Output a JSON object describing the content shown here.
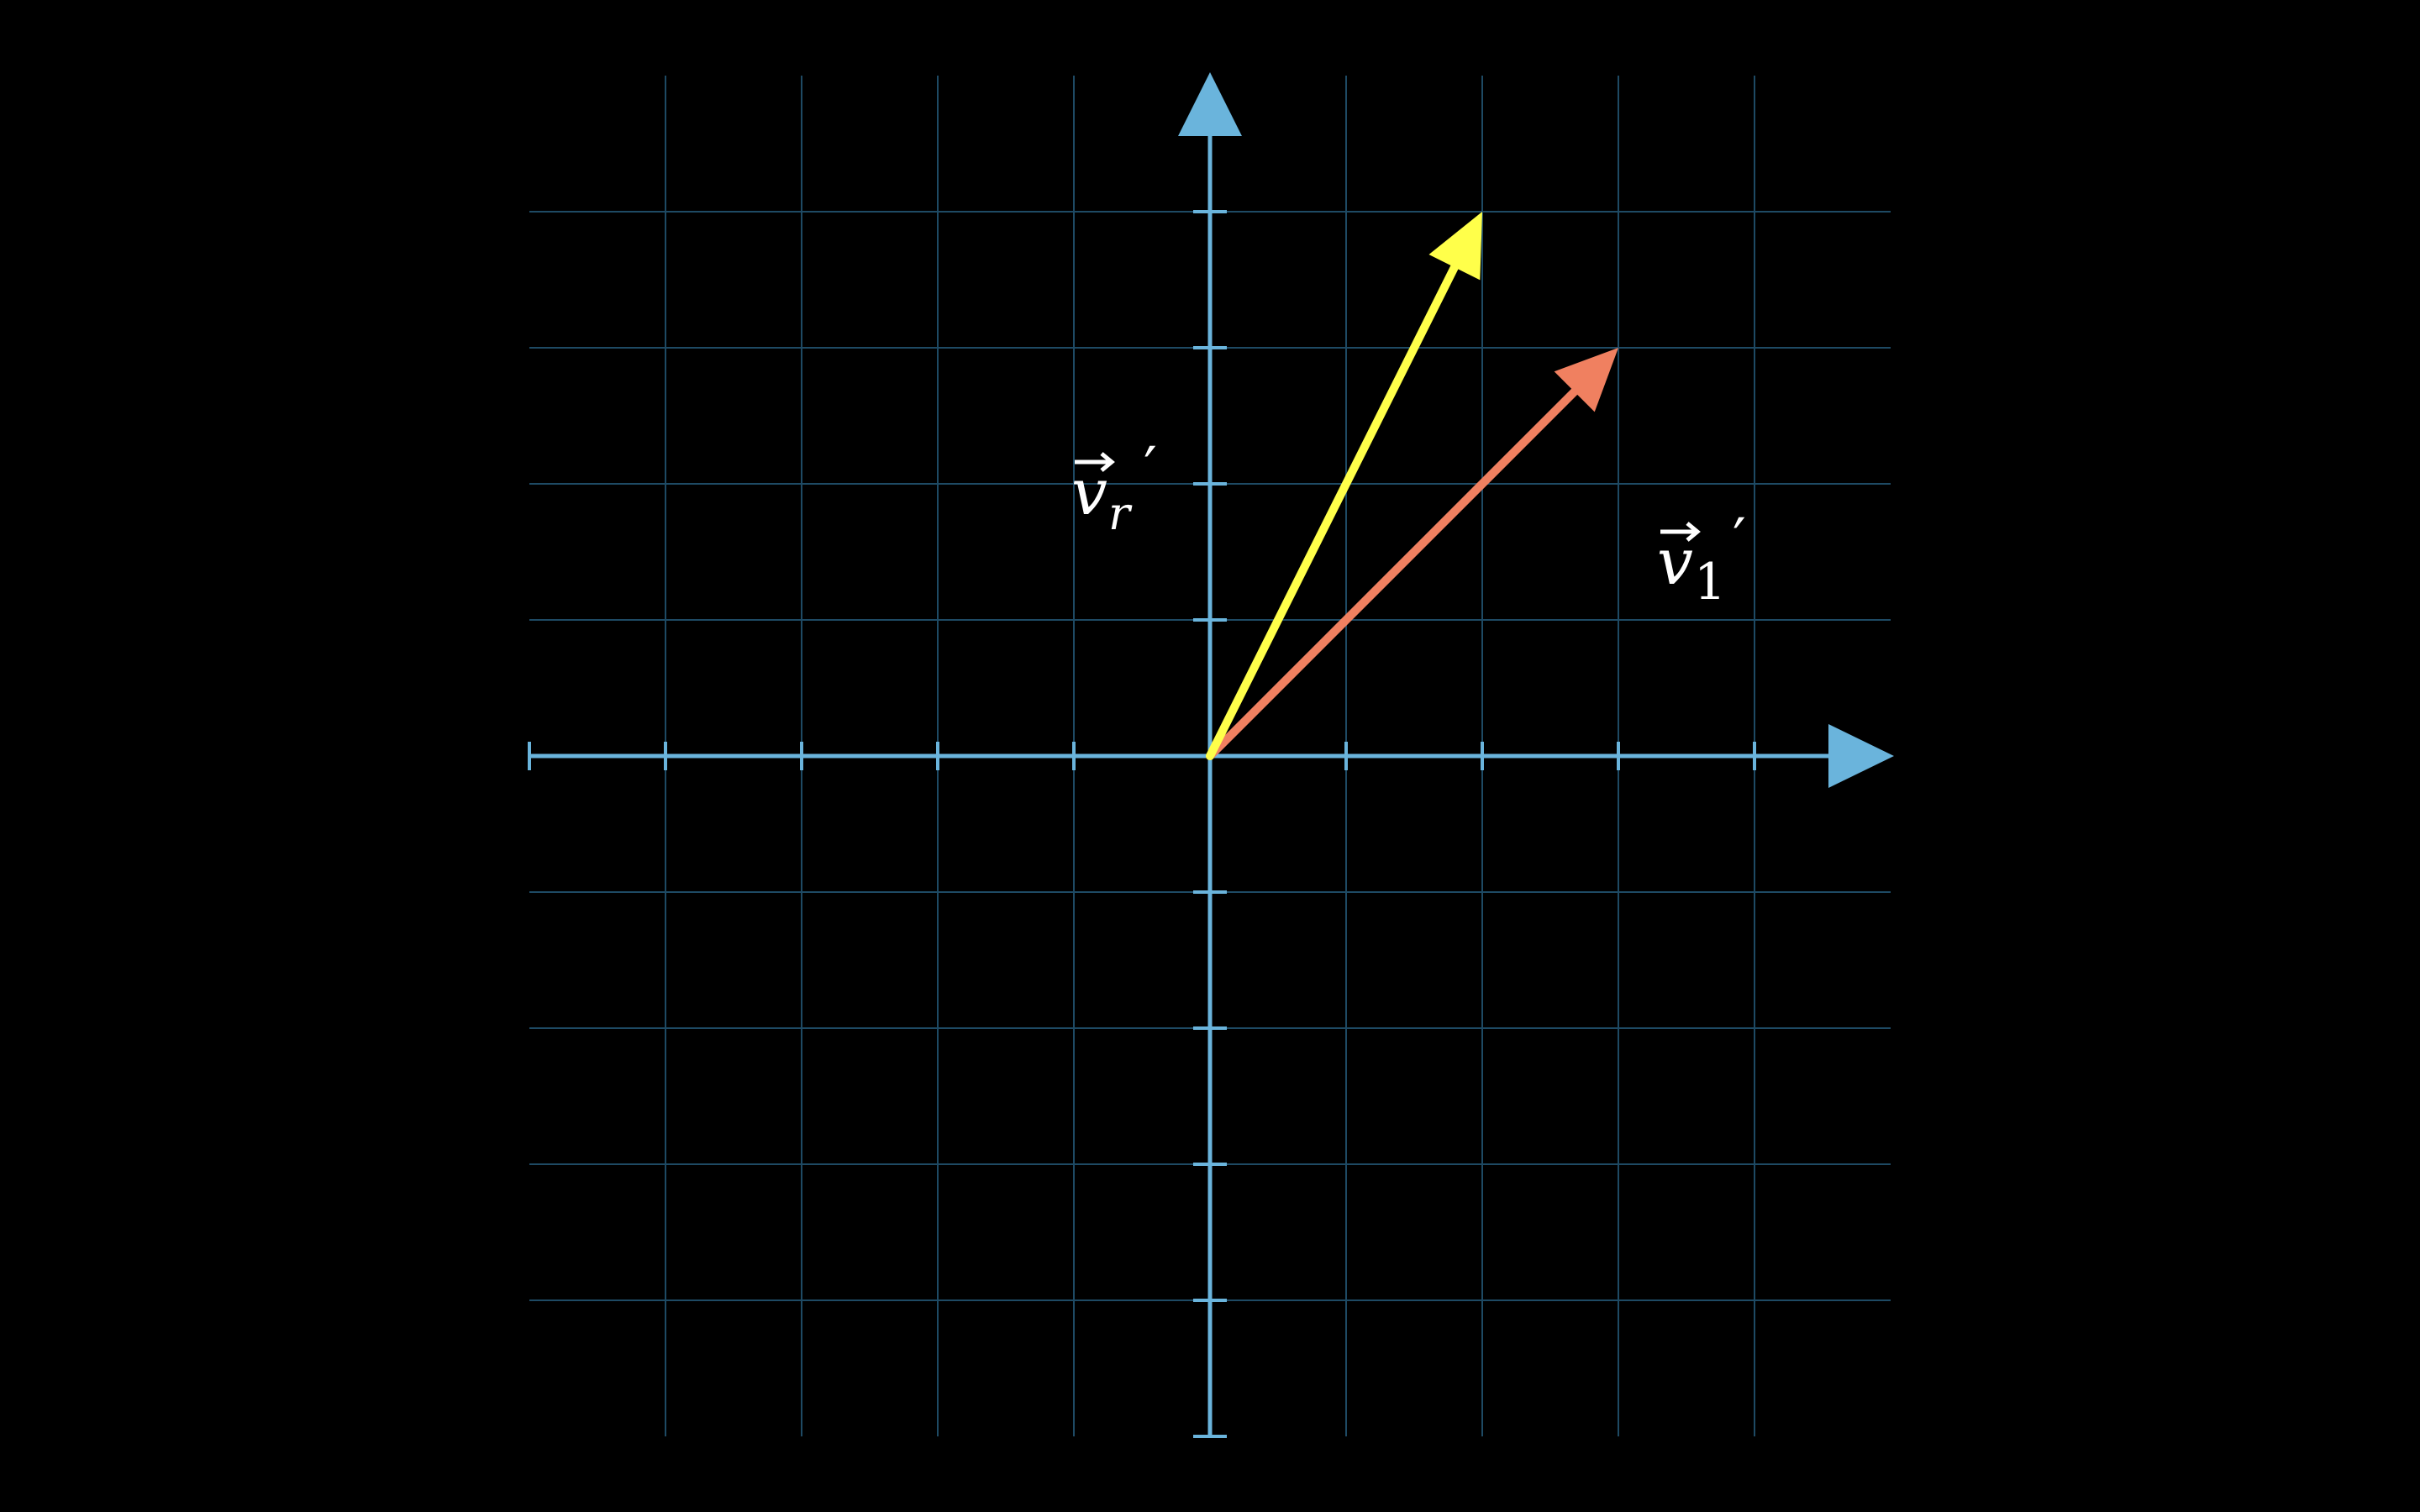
{
  "plane": {
    "x_range": [
      -5,
      5
    ],
    "y_range": [
      -5,
      5
    ],
    "grid": true,
    "axis_color": "#6AB4DC",
    "grid_color": "#1E4A64",
    "background": "#000000"
  },
  "vectors": [
    {
      "id": "v1-prime",
      "x": 3,
      "y": 3,
      "color": "#F08060",
      "label_base": "v",
      "label_sub": "1",
      "label_prime": "′"
    },
    {
      "id": "vr-prime",
      "x": 2,
      "y": 4,
      "color": "#FFFF4A",
      "label_base": "v",
      "label_sub": "r",
      "label_prime": "′"
    }
  ]
}
